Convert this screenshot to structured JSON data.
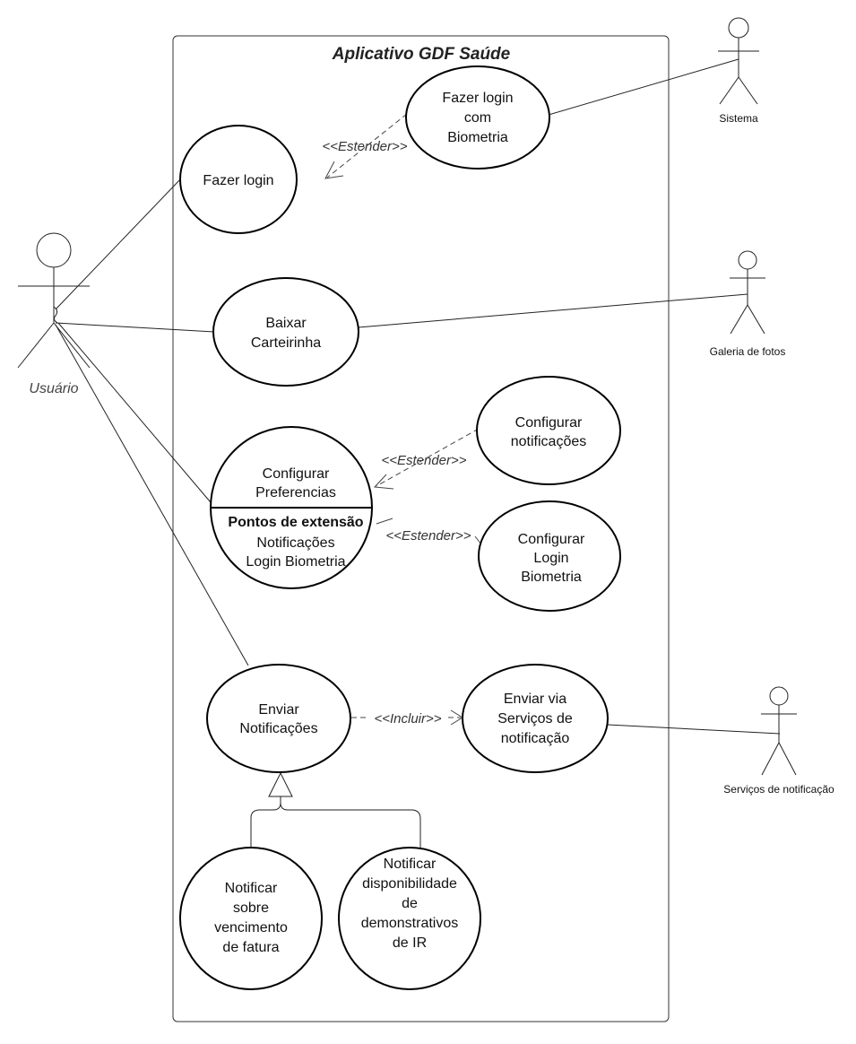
{
  "system": {
    "title": "Aplicativo GDF Saúde"
  },
  "actors": {
    "usuario": "Usuário",
    "sistema": "Sistema",
    "galeria": "Galeria de fotos",
    "servicos": "Serviços de notificação"
  },
  "use_cases": {
    "fazer_login": [
      "Fazer login"
    ],
    "login_biometria": [
      "Fazer login",
      "com",
      "Biometria"
    ],
    "baixar_carteirinha": [
      "Baixar",
      "Carteirinha"
    ],
    "config_notificacoes": [
      "Configurar",
      "notificações"
    ],
    "config_preferencias": [
      "Configurar",
      "Preferencias"
    ],
    "config_login_biometria": [
      "Configurar",
      "Login",
      "Biometria"
    ],
    "enviar_notificacoes": [
      "Enviar",
      "Notificações"
    ],
    "enviar_via_servicos": [
      "Enviar via",
      "Serviços de",
      "notificação"
    ],
    "notificar_fatura": [
      "Notificar",
      "sobre",
      "vencimento",
      "de fatura"
    ],
    "notificar_ir": [
      "Notificar",
      "disponibilidade",
      "de",
      "demonstrativos",
      "de IR"
    ]
  },
  "extension_points": {
    "heading": "Pontos de extensão",
    "items": [
      "Notificações",
      "Login Biometria"
    ]
  },
  "relations": {
    "estender_login": "<<Estender>>",
    "estender_notificacoes": "<<Estender>>",
    "estender_biometria": "<<Estender>>",
    "incluir": "<<Incluir>>"
  }
}
